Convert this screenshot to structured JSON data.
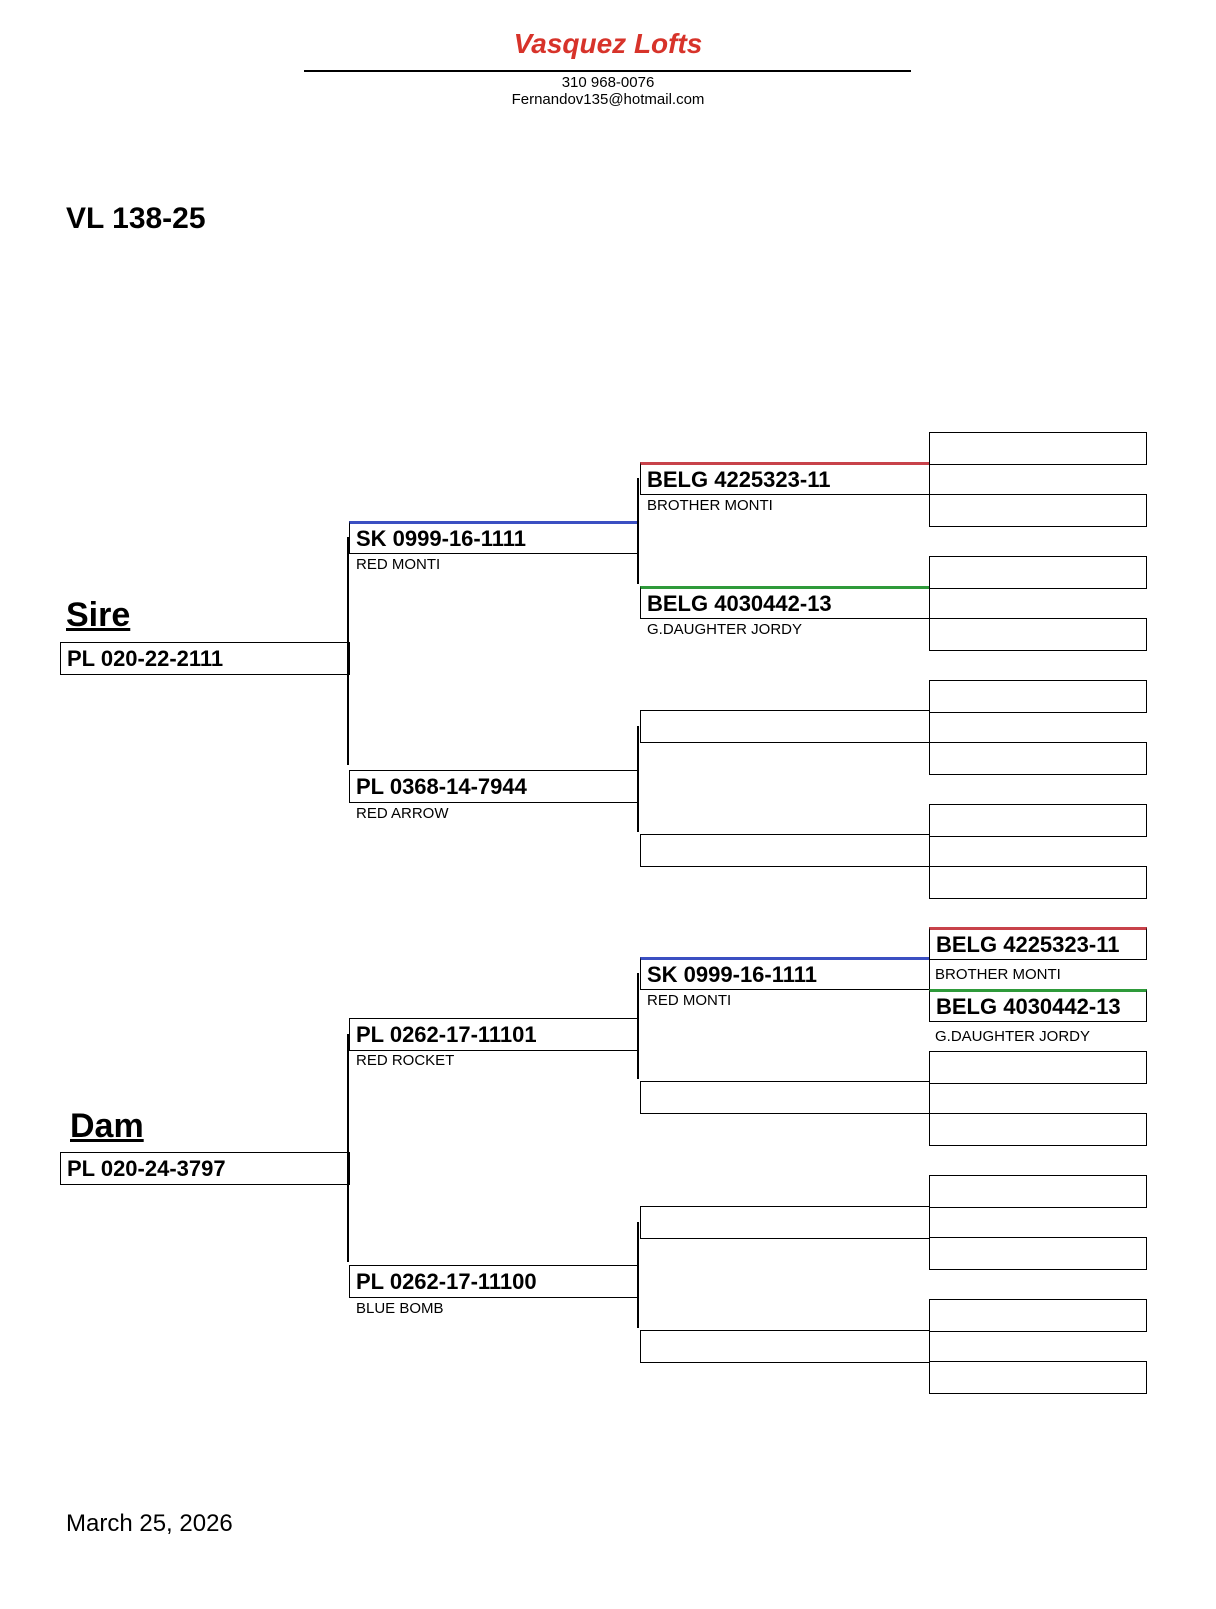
{
  "header": {
    "loft_name": "Vasquez Lofts",
    "phone": "310 968-0076",
    "email": "Fernandov135@hotmail.com"
  },
  "pedigree_id": "VL 138-25",
  "sire": {
    "label": "Sire",
    "band": "PL 020-22-2111",
    "sire": {
      "band": "SK 0999-16-1111",
      "name": "RED MONTI",
      "sire": {
        "band": "BELG 4225323-11",
        "name": "BROTHER MONTI"
      },
      "dam": {
        "band": "BELG 4030442-13",
        "name": "G.DAUGHTER JORDY"
      }
    },
    "dam": {
      "band": "PL 0368-14-7944",
      "name": "RED ARROW"
    }
  },
  "dam": {
    "label": "Dam",
    "band": "PL 020-24-3797",
    "sire": {
      "band": "PL 0262-17-11101",
      "name": "RED ROCKET",
      "sire": {
        "band": "SK 0999-16-1111",
        "name": "RED MONTI",
        "sire": {
          "band": "BELG 4225323-11",
          "name": "BROTHER MONTI"
        },
        "dam": {
          "band": "BELG 4030442-13",
          "name": "G.DAUGHTER JORDY"
        }
      }
    },
    "dam": {
      "band": "PL 0262-17-11100",
      "name": "BLUE BOMB"
    }
  },
  "date": "March 25, 2026"
}
